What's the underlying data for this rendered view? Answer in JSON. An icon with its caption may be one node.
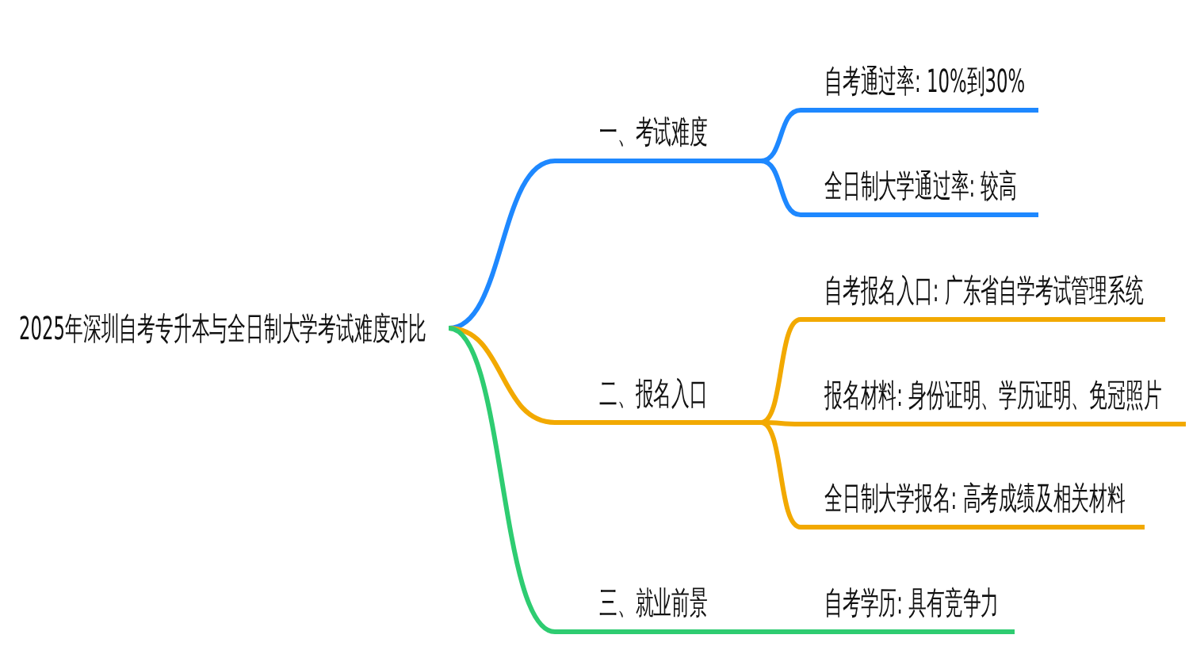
{
  "diagram": {
    "nodes": [
      {
        "text": [
          "2025年深圳自考专升本与全日制大学考试难度对比"
        ]
      },
      {
        "text": [
          "一、考试难度"
        ]
      },
      {
        "text": [
          "二、报名入口"
        ]
      },
      {
        "text": [
          "三、就业前景"
        ]
      },
      {
        "text": [
          "自考通过率: 10%到30%"
        ]
      },
      {
        "text": [
          "全日制大学通过率: 较高"
        ]
      },
      {
        "text": [
          "自考报名入口: 广东省自学考试管理系统"
        ]
      },
      {
        "text": [
          "报名材料: 身份证明、学历证明、免冠照片"
        ]
      },
      {
        "text": [
          "全日制大学报名: 高考成绩及相关材料"
        ]
      },
      {
        "text": [
          "自考学历: 具有竞争力"
        ]
      }
    ],
    "edges": [
      {
        "from": 0,
        "to": 1,
        "arrow": "none",
        "color": "#1e88ff"
      },
      {
        "from": 0,
        "to": 2,
        "arrow": "none",
        "color": "#f2a900"
      },
      {
        "from": 0,
        "to": 3,
        "arrow": "none",
        "color": "#2ecc71"
      },
      {
        "from": 1,
        "to": 4,
        "arrow": "none",
        "color": "#1e88ff"
      },
      {
        "from": 1,
        "to": 5,
        "arrow": "none",
        "color": "#1e88ff"
      },
      {
        "from": 2,
        "to": 6,
        "arrow": "none",
        "color": "#f2a900"
      },
      {
        "from": 2,
        "to": 7,
        "arrow": "none",
        "color": "#f2a900"
      },
      {
        "from": 2,
        "to": 8,
        "arrow": "none",
        "color": "#f2a900"
      },
      {
        "from": 3,
        "to": 9,
        "arrow": "none",
        "color": "#2ecc71"
      }
    ]
  }
}
